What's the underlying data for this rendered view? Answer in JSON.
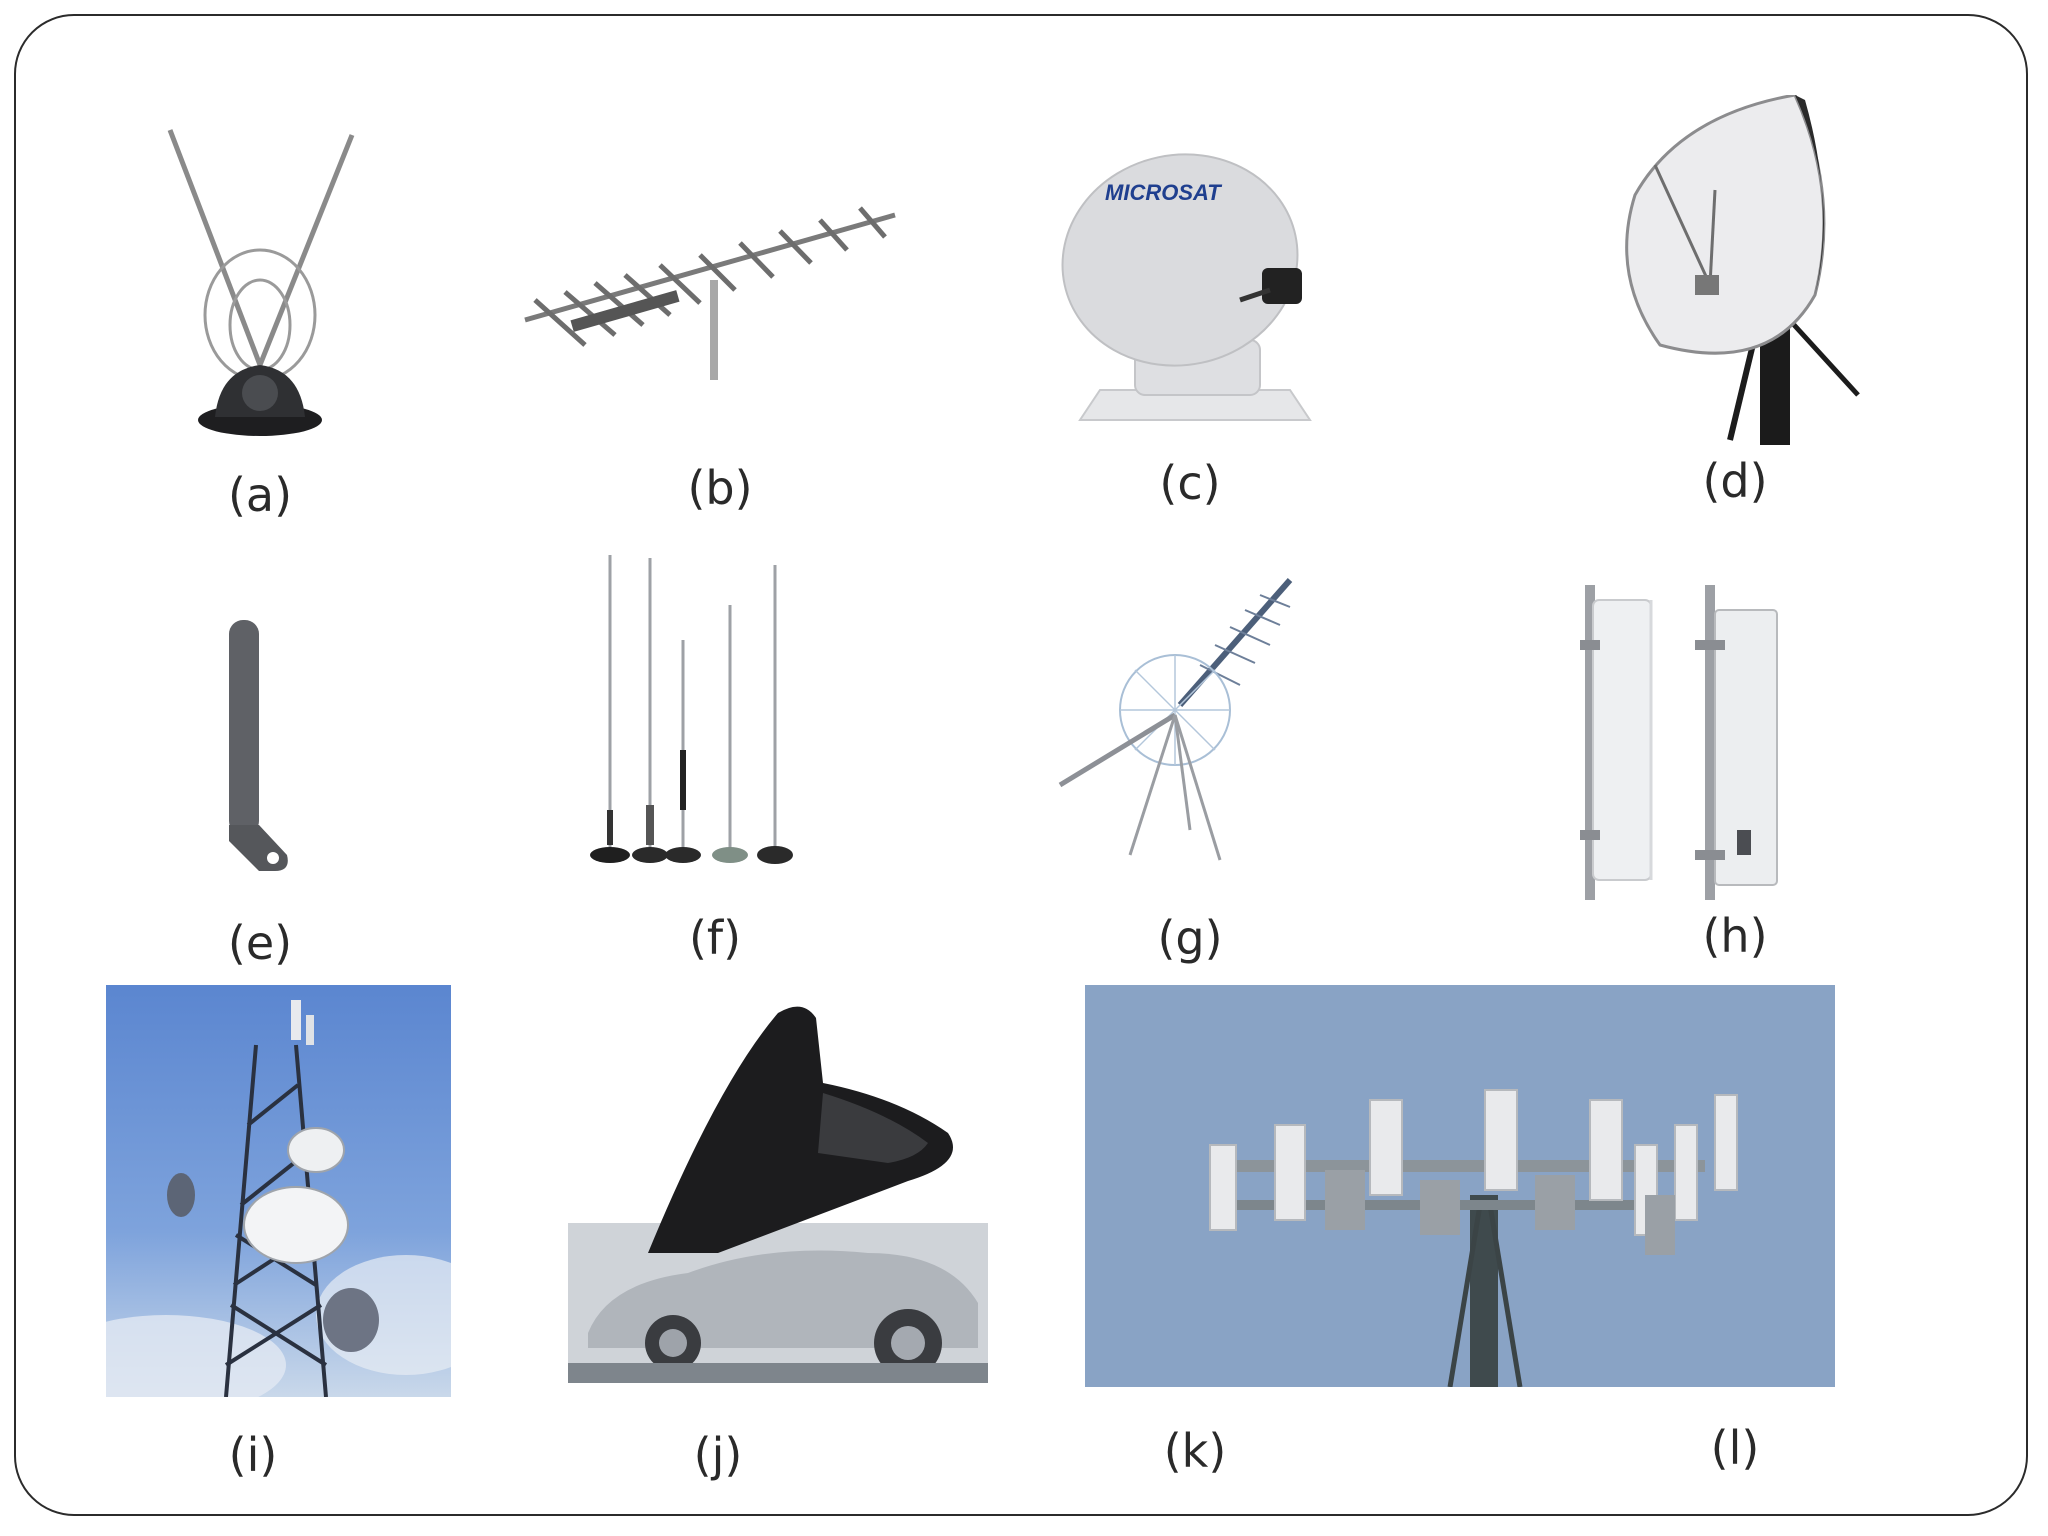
{
  "figure": {
    "labels": [
      "(a)",
      "(b)",
      "(c)",
      "(d)",
      "(e)",
      "(f)",
      "(g)",
      "(h)",
      "(i)",
      "(j)",
      "(k)",
      "(l)"
    ],
    "brand_text": "MICROSAT",
    "colors": {
      "frame": "#2b2b2b",
      "sky_blue": "#6f94cf",
      "sky_gray_blue": "#8aa5c8",
      "dish_white": "#e8e8ea",
      "metal_gray": "#9a9ea3",
      "dark_rubber": "#2c2c2e"
    },
    "items": [
      {
        "id": "a",
        "icon": "rabbit-ears-antenna-icon"
      },
      {
        "id": "b",
        "icon": "yagi-antenna-icon"
      },
      {
        "id": "c",
        "icon": "satellite-dome-antenna-icon"
      },
      {
        "id": "d",
        "icon": "parabolic-dish-antenna-icon"
      },
      {
        "id": "e",
        "icon": "rubber-duck-antenna-icon"
      },
      {
        "id": "f",
        "icon": "whip-antennas-icon"
      },
      {
        "id": "g",
        "icon": "log-periodic-antenna-icon"
      },
      {
        "id": "h",
        "icon": "sector-panel-antenna-icon"
      },
      {
        "id": "i",
        "icon": "telecom-tower-photo"
      },
      {
        "id": "j",
        "icon": "shark-fin-antenna-photo"
      },
      {
        "id": "k",
        "icon": "cell-site-antenna-array-photo"
      }
    ]
  }
}
